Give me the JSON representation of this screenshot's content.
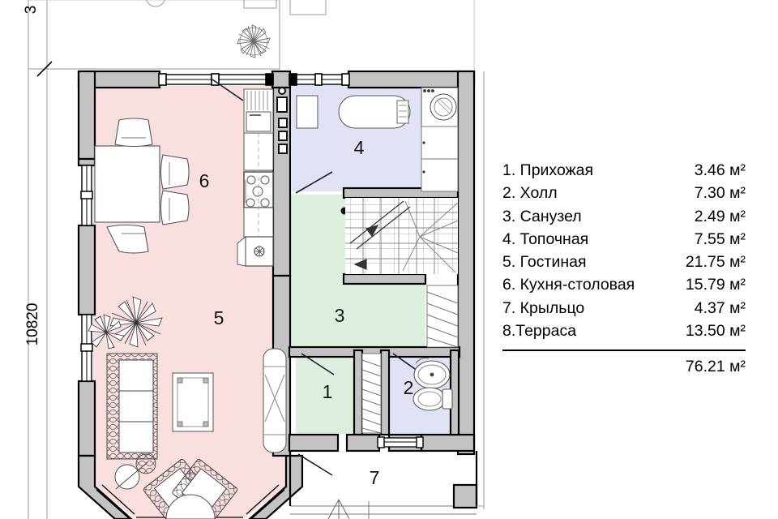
{
  "drawing": {
    "type": "architectural-floor-plan",
    "dimension_labels": {
      "left_vertical": "10820",
      "top_left_partial": "3"
    },
    "room_numbers": [
      "1",
      "2",
      "3",
      "4",
      "5",
      "6",
      "7"
    ],
    "colors": {
      "wall_fill": "#c3c3c3",
      "wall_stroke": "#000000",
      "room_pink": "#fadfe0",
      "room_green": "#ddf0e0",
      "room_lavender": "#e1e2f4",
      "room_white": "#ffffff",
      "furniture_stroke": "#444444",
      "thin_line": "#9a9a9a"
    }
  },
  "legend": {
    "items": [
      {
        "label": "1. Прихожая",
        "area": "3.46 м²"
      },
      {
        "label": "2. Холл",
        "area": "7.30 м²"
      },
      {
        "label": "3. Санузел",
        "area": "2.49 м²"
      },
      {
        "label": "4. Топочная",
        "area": "7.55 м²"
      },
      {
        "label": "5. Гостиная",
        "area": "21.75 м²"
      },
      {
        "label": "6. Кухня-столовая",
        "area": "15.79 м²"
      },
      {
        "label": "7. Крыльцо",
        "area": "4.37 м²"
      },
      {
        "label": "8.Терраса",
        "area": "13.50 м²"
      }
    ],
    "total": "76.21 м²"
  }
}
